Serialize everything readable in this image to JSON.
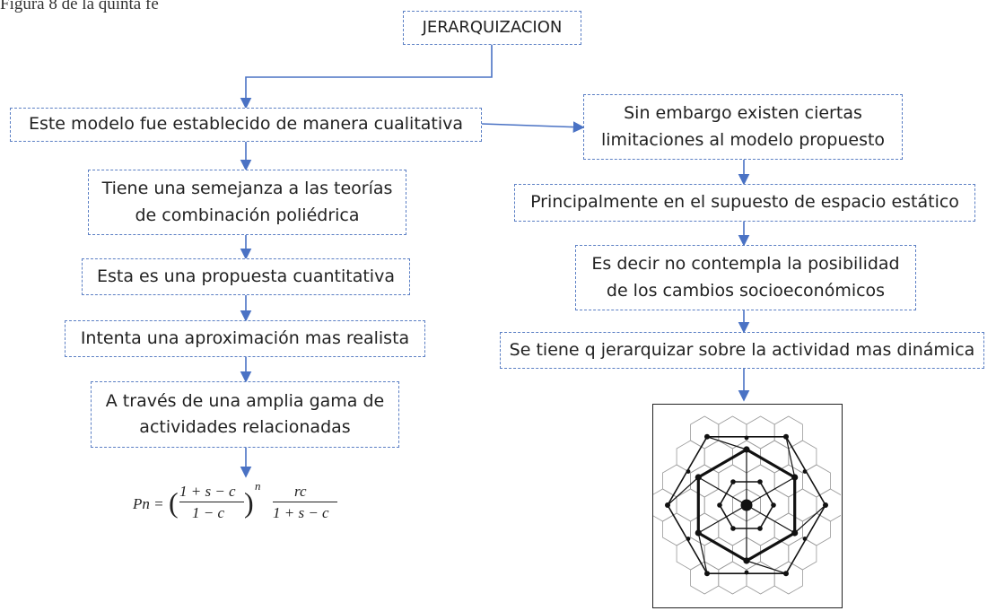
{
  "caption": "Figura 8 de la quinta fe",
  "diagram": {
    "title": "JERARQUIZACION",
    "left_column": [
      "Este modelo fue establecido de manera cualitativa",
      "Tiene una semejanza a las teorías de combinación poliédrica",
      "Esta es una propuesta cuantitativa",
      "Intenta una aproximación mas realista",
      "A través de una amplia gama de actividades relacionadas"
    ],
    "right_column": [
      "Sin embargo existen ciertas limitaciones al modelo propuesto",
      "Principalmente en el supuesto de espacio estático",
      "Es decir no contempla la posibilidad de los cambios socioeconómicos",
      "Se tiene q jerarquizar sobre la actividad mas dinámica"
    ],
    "formula": {
      "lhs": "Pn =",
      "num1": "1 + s − c",
      "den1": "1 − c",
      "exponent": "n",
      "num2": "rc",
      "den2": "1 + s − c"
    }
  },
  "colors": {
    "border": "#5b7fc4",
    "arrow": "#4a72c4"
  }
}
